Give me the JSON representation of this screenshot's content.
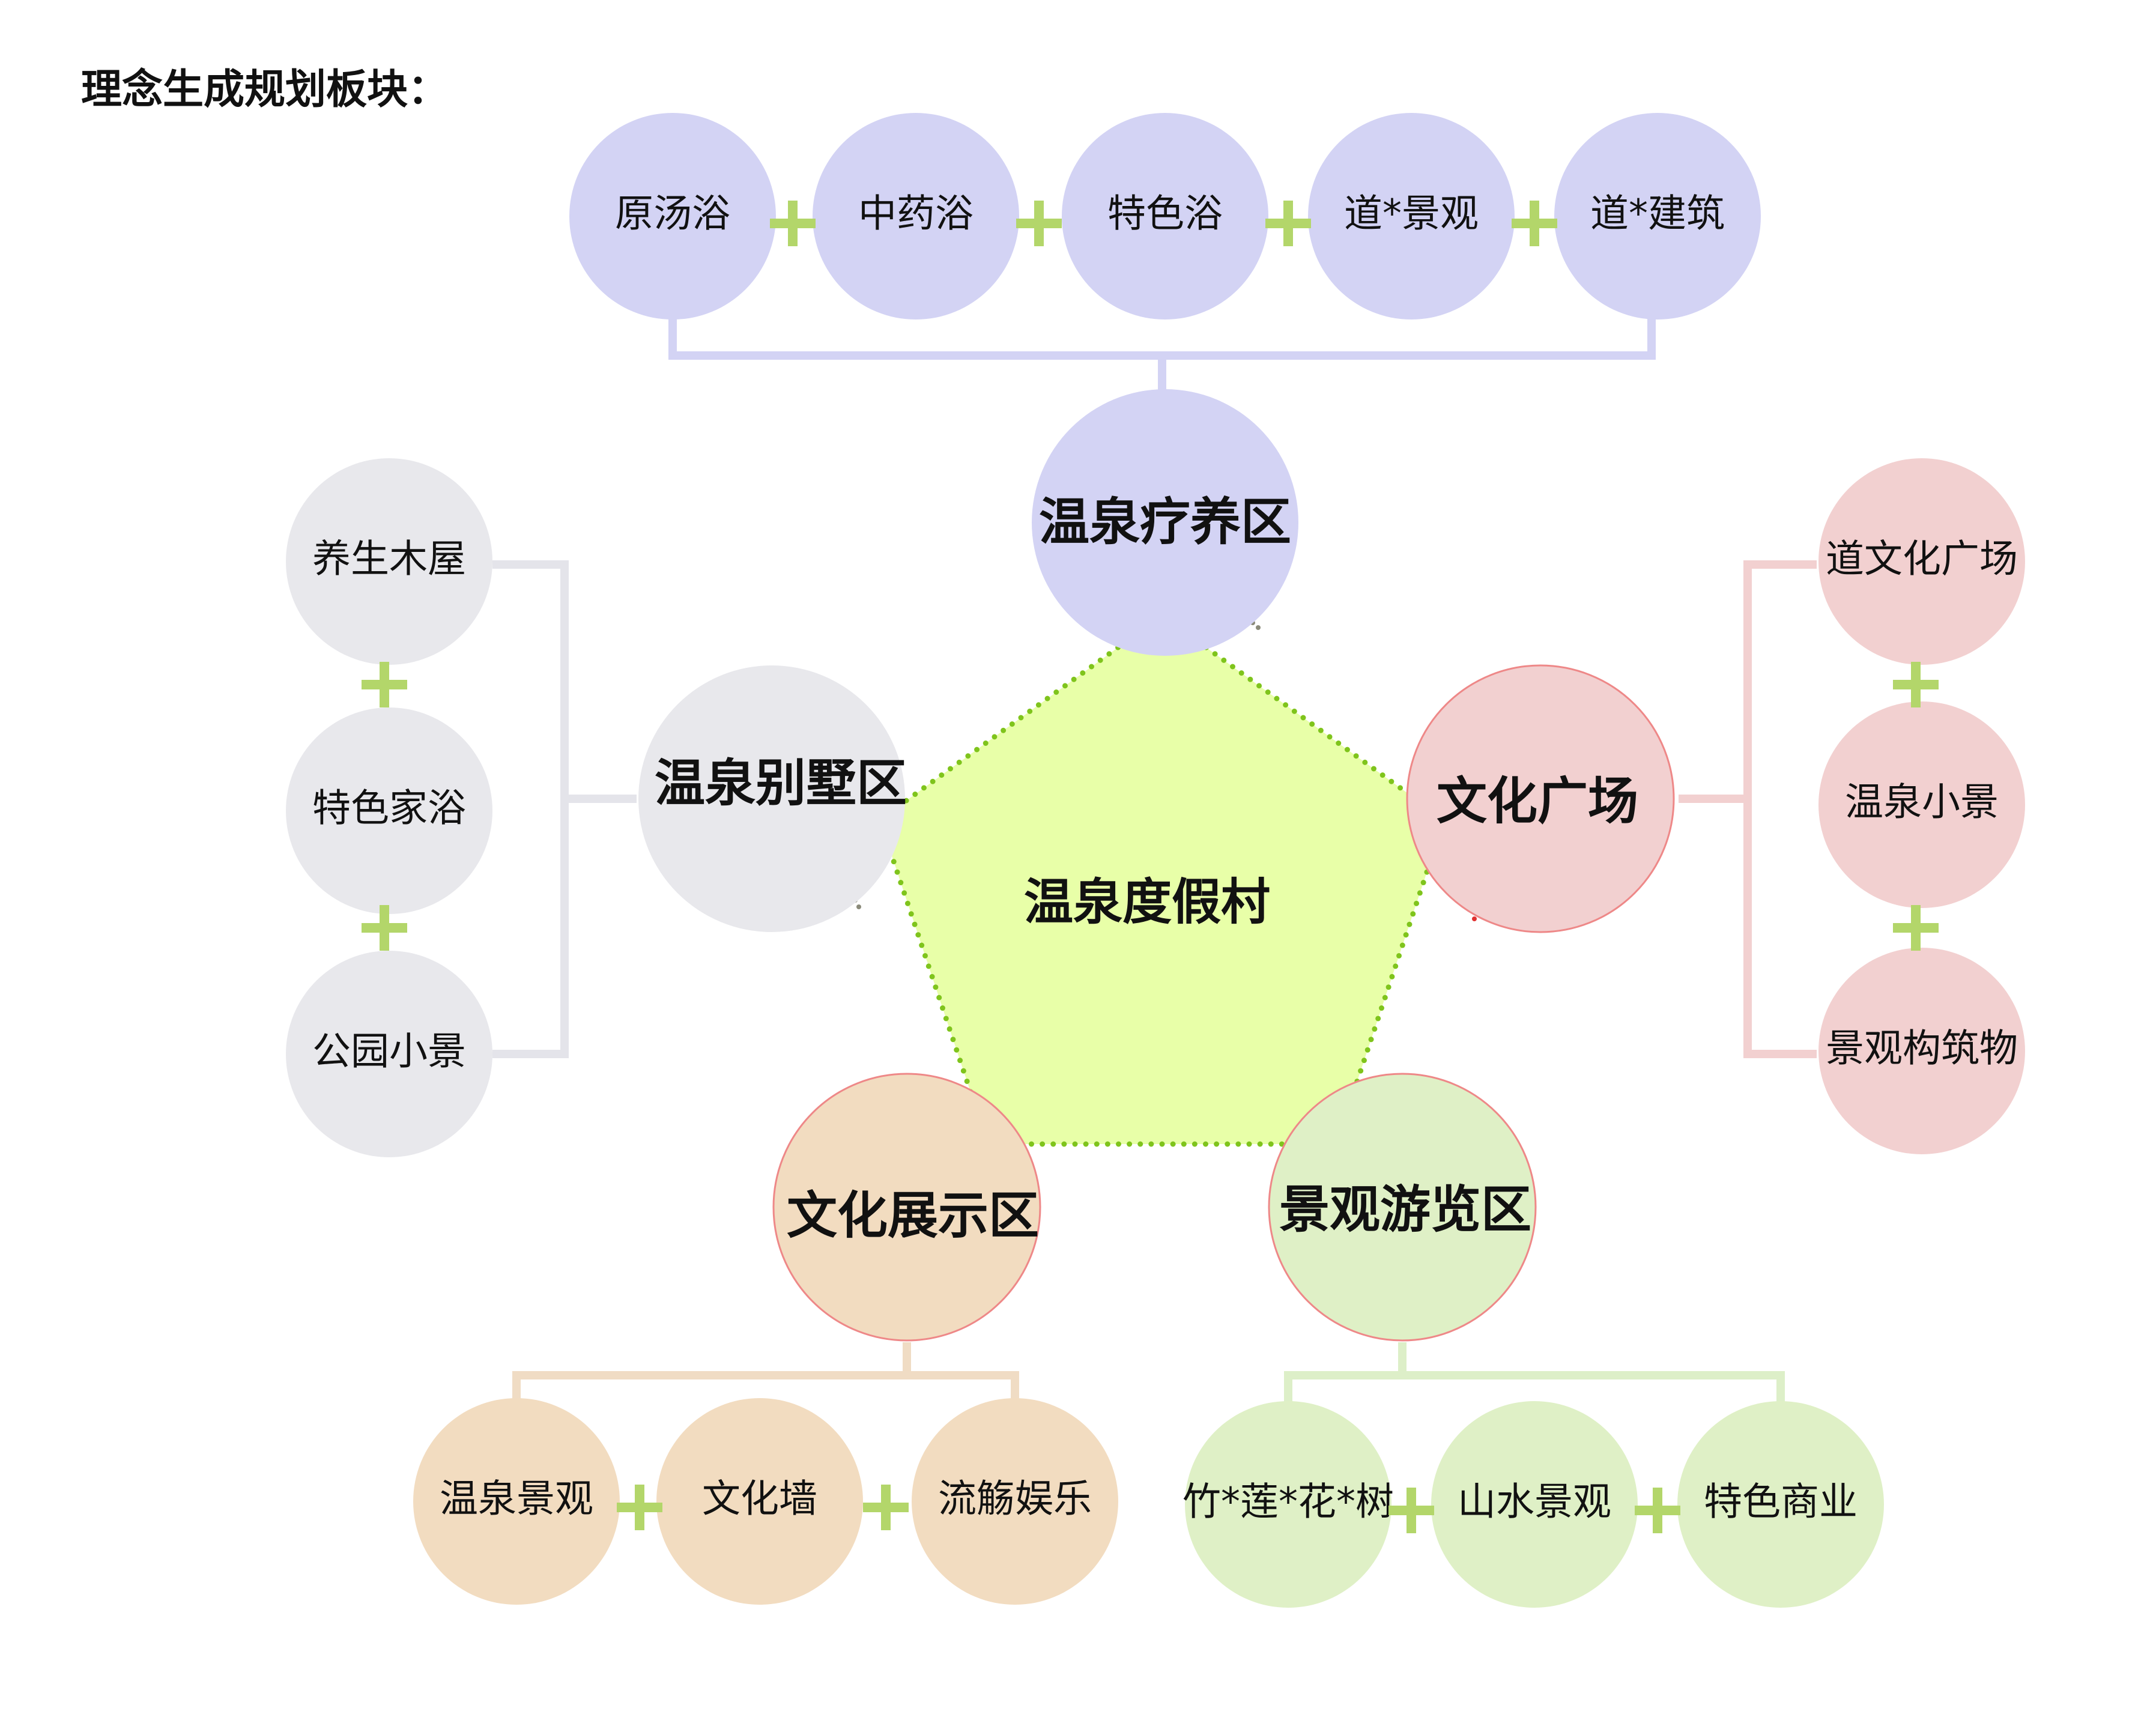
{
  "page_title": "理念生成规划板块：",
  "center": {
    "label": "温泉度假村",
    "fill": "#e8ffa8",
    "dot_color": "#7fc41c"
  },
  "zones": {
    "spa": {
      "label": "温泉疗养区",
      "fill": "#d3d3f4",
      "connector": "#d3d3f4"
    },
    "villa": {
      "label": "温泉别墅区",
      "fill": "#e8e8ec",
      "connector": "#e4e4ea"
    },
    "plaza": {
      "label": "文化广场",
      "fill": "#f2d0d0",
      "connector": "#f2d0d0"
    },
    "exhibit": {
      "label": "文化展示区",
      "fill": "#f2dcc0",
      "connector": "#f0dcc4"
    },
    "scenic": {
      "label": "景观游览区",
      "fill": "#dff0c6",
      "connector": "#ddefc8"
    }
  },
  "items": {
    "spa": [
      "原汤浴",
      "中药浴",
      "特色浴",
      "道*景观",
      "道*建筑"
    ],
    "villa": [
      "养生木屋",
      "特色家浴",
      "公园小景"
    ],
    "plaza": [
      "道文化广场",
      "温泉小景",
      "景观构筑物"
    ],
    "exhibit": [
      "温泉景观",
      "文化墙",
      "流觞娱乐"
    ],
    "scenic": [
      "竹*莲*花*树",
      "山水景观",
      "特色商业"
    ]
  },
  "plus_symbol": "+",
  "colors": {
    "plus": "#b3d66a",
    "accent_dot_red": "#e03030",
    "accent_dot_gray": "#8a8a7a"
  }
}
